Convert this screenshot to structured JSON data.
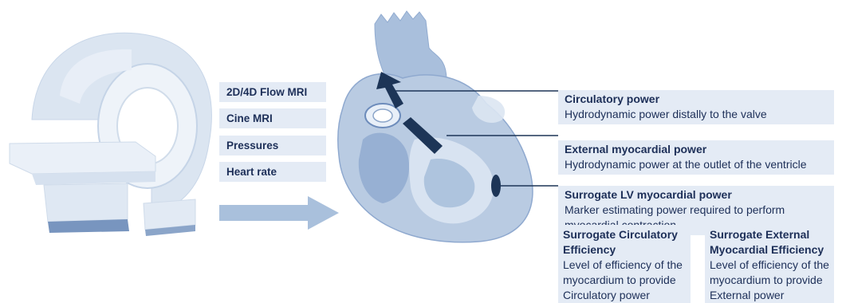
{
  "inputs": [
    {
      "label": "2D/4D Flow MRI"
    },
    {
      "label": "Cine MRI"
    },
    {
      "label": "Pressures"
    },
    {
      "label": "Heart rate"
    }
  ],
  "outputs": [
    {
      "title": "Circulatory power",
      "description": "Hydrodynamic power distally to the valve"
    },
    {
      "title": "External myocardial power",
      "description": "Hydrodynamic power at the outlet of the ventricle"
    },
    {
      "title": "Surrogate LV myocardial power",
      "description": "Marker estimating power required to perform myocardial contraction"
    }
  ],
  "efficiencies": [
    {
      "title": "Surrogate Circulatory Efficiency",
      "description": "Level of efficiency of the myocardium to provide Circulatory power"
    },
    {
      "title": "Surrogate External Myocardial Efficiency",
      "description": "Level of efficiency of the myocardium to provide External power"
    }
  ],
  "colors": {
    "box_fill": "#e4ebf5",
    "text": "#1d2f58",
    "pointer": "#1d3557",
    "flow_arrow": "#a9c0dc",
    "heart": "#b3c7e0",
    "scanner": "#dbe5f1"
  },
  "illustrations": [
    "mri-scanner",
    "heart-anatomy"
  ]
}
